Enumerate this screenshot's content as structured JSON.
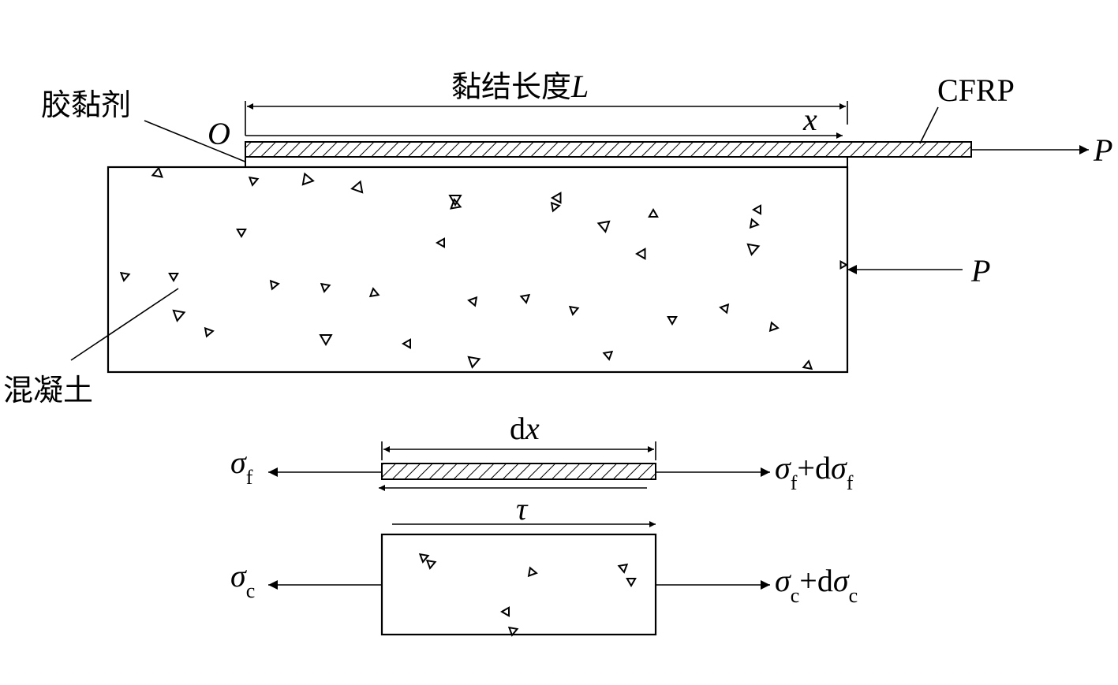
{
  "labels": {
    "bond_length": "黏结长度",
    "bond_length_symbol": "L",
    "adhesive": "胶黏剂",
    "origin": "O",
    "x_axis": "x",
    "cfrp": "CFRP",
    "load_top": "P",
    "load_side": "P",
    "concrete": "混凝土",
    "dx_d": "d",
    "dx_x": "x",
    "tau": "τ",
    "sigma": "σ",
    "sub_f": "f",
    "sub_c": "c",
    "plus_d": "+d"
  }
}
